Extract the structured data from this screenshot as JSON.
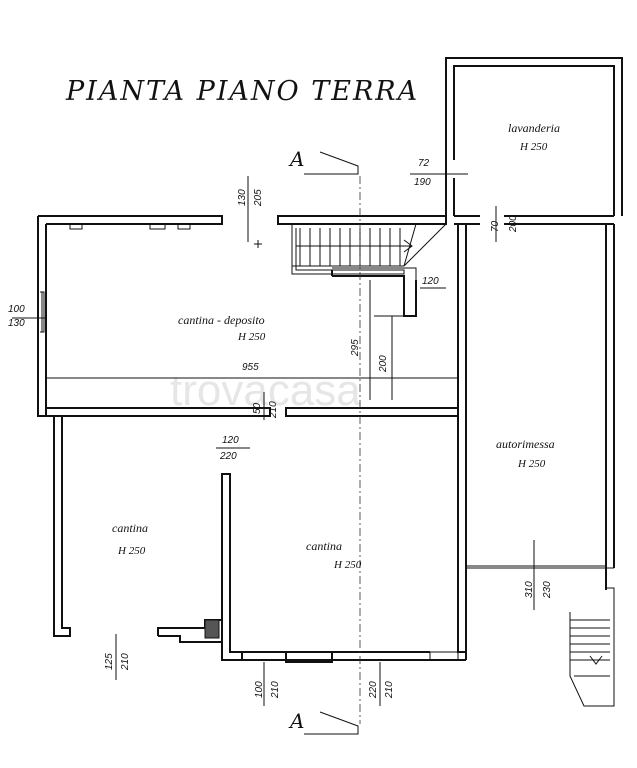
{
  "title": "PIANTA PIANO TERRA",
  "section_label": "A",
  "watermark": "trovacasa",
  "rooms": {
    "cantina_deposito": {
      "name": "cantina - deposito",
      "height": "H 250"
    },
    "lavanderia": {
      "name": "lavanderia",
      "height": "H 250"
    },
    "autorimessa": {
      "name": "autorimessa",
      "height": "H 250"
    },
    "cantina_left": {
      "name": "cantina",
      "height": "H 250"
    },
    "cantina_center": {
      "name": "cantina",
      "height": "H 250"
    }
  },
  "dimensions": {
    "d72": "72",
    "d190": "190",
    "d130": "130",
    "d205": "205",
    "d70": "70",
    "d200a": "200",
    "d100l": "100",
    "d130l": "130",
    "d120a": "120",
    "d295": "295",
    "d200b": "200",
    "d955": "955",
    "d50": "50",
    "d210a": "210",
    "d120b": "120",
    "d220a": "220",
    "d310": "310",
    "d230": "230",
    "d125": "125",
    "d210b": "210",
    "d100b": "100",
    "d210c": "210",
    "d220b": "220",
    "d210d": "210"
  }
}
